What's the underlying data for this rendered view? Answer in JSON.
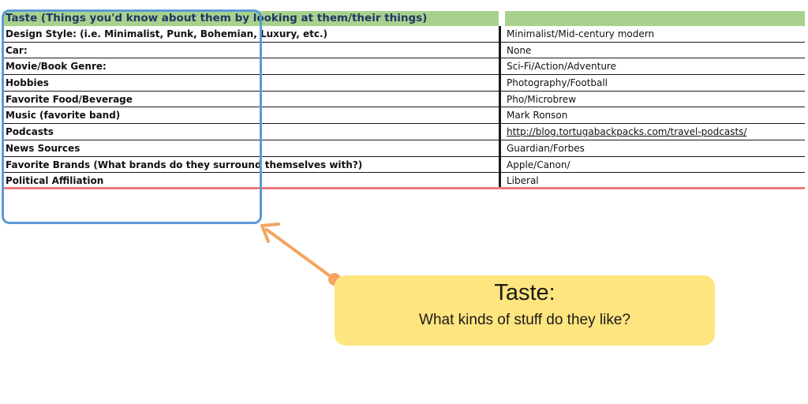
{
  "sheet": {
    "header": {
      "left": "Taste (Things you'd know about them by looking at them/their things)",
      "right": ""
    },
    "rows": [
      {
        "label": "Design Style: (i.e. Minimalist, Punk, Bohemian, Luxury, etc.)",
        "value": "Minimalist/Mid-century modern"
      },
      {
        "label": "Car:",
        "value": "None"
      },
      {
        "label": "Movie/Book Genre:",
        "value": "Sci-Fi/Action/Adventure"
      },
      {
        "label": "Hobbies",
        "value": "Photography/Football"
      },
      {
        "label": "Favorite Food/Beverage",
        "value": "Pho/Microbrew"
      },
      {
        "label": "Music (favorite band)",
        "value": "Mark Ronson"
      },
      {
        "label": "Podcasts",
        "value": "http://blog.tortugabackpacks.com/travel-podcasts/"
      },
      {
        "label": "News Sources",
        "value": "Guardian/Forbes"
      },
      {
        "label": "Favorite Brands (What brands do they surround themselves with?)",
        "value": "Apple/Canon/"
      },
      {
        "label": "Political Affiliation",
        "value": "Liberal"
      }
    ]
  },
  "callout": {
    "title": "Taste:",
    "subtitle": "What kinds of stuff do they like?"
  },
  "colors": {
    "header_fill": "#a9d18e",
    "header_text": "#1f3864",
    "highlight_box": "#5b9bd5",
    "arrow": "#f4a460",
    "callout_fill": "#ffe57f",
    "bottom_rule": "#e87c7c"
  }
}
